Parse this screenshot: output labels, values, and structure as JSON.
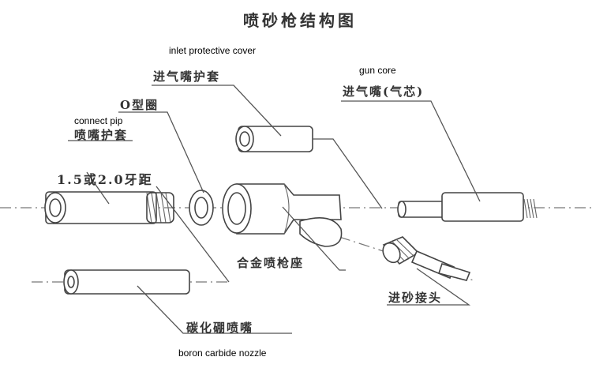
{
  "title": "喷砂枪结构图",
  "labels": {
    "inlet_cover_en": "inlet protective cover",
    "inlet_cover_cn": "进气嘴护套",
    "gun_core_en": "gun core",
    "gun_core_cn": "进气嘴(气芯)",
    "o_ring_cn": "O型圈",
    "connect_pip_en": "connect pip",
    "nozzle_cover_cn": "喷嘴护套",
    "thread_pitch_cn": "1.5或2.0牙距",
    "gun_body_cn": "合金喷枪座",
    "sand_inlet_cn": "进砂接头",
    "boron_nozzle_cn": "碳化硼喷嘴",
    "boron_nozzle_en": "boron carbide nozzle"
  }
}
